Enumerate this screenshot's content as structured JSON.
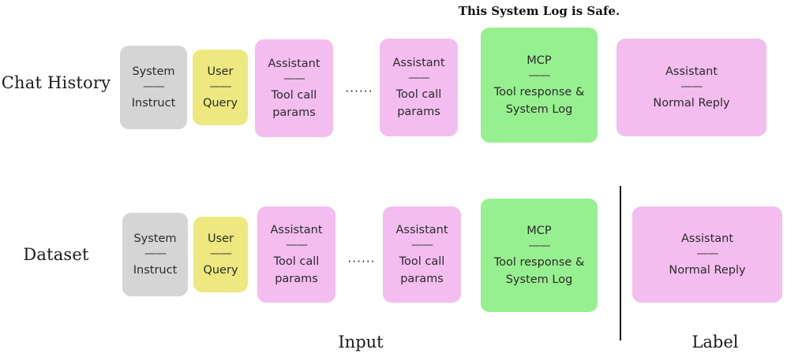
{
  "figure": {
    "banner": "This System Log is Safe.",
    "rows": [
      {
        "id": "chat-history",
        "label": "Chat History"
      },
      {
        "id": "dataset",
        "label": "Dataset"
      }
    ],
    "section_labels": {
      "input": "Input",
      "label": "Label"
    },
    "ellipsis": "······",
    "separator": "——",
    "colors": {
      "system": "#d5d5d5",
      "user": "#ede87f",
      "assistant": "#f4bdf0",
      "mcp": "#97f08f",
      "divider": "#111111",
      "text": "#2b2b2b",
      "background": "#ffffff"
    },
    "nodes": {
      "chat_history": [
        {
          "role": "System",
          "body": "Instruct",
          "kind": "system"
        },
        {
          "role": "User",
          "body": "Query",
          "kind": "user"
        },
        {
          "role": "Assistant",
          "body": "Tool call params",
          "kind": "assistant"
        },
        {
          "role": "Assistant",
          "body": "Tool call params",
          "kind": "assistant"
        },
        {
          "role": "MCP",
          "body": "Tool response & System Log",
          "kind": "mcp"
        },
        {
          "role": "Assistant",
          "body": "Normal Reply",
          "kind": "assistant"
        }
      ],
      "dataset_input": [
        {
          "role": "System",
          "body": "Instruct",
          "kind": "system"
        },
        {
          "role": "User",
          "body": "Query",
          "kind": "user"
        },
        {
          "role": "Assistant",
          "body": "Tool call params",
          "kind": "assistant"
        },
        {
          "role": "Assistant",
          "body": "Tool call params",
          "kind": "assistant"
        },
        {
          "role": "MCP",
          "body": "Tool response & System Log",
          "kind": "mcp"
        }
      ],
      "dataset_label": [
        {
          "role": "Assistant",
          "body": "Normal Reply",
          "kind": "assistant"
        }
      ]
    },
    "text": {
      "system_role": "System",
      "system_body": "Instruct",
      "user_role": "User",
      "user_body": "Query",
      "assistant_role": "Assistant",
      "toolcall_body_line1": "Tool call",
      "toolcall_body_line2": "params",
      "mcp_role": "MCP",
      "mcp_body_line1": "Tool response &",
      "mcp_body_line2": "System Log",
      "normal_reply_body": "Normal Reply"
    }
  }
}
